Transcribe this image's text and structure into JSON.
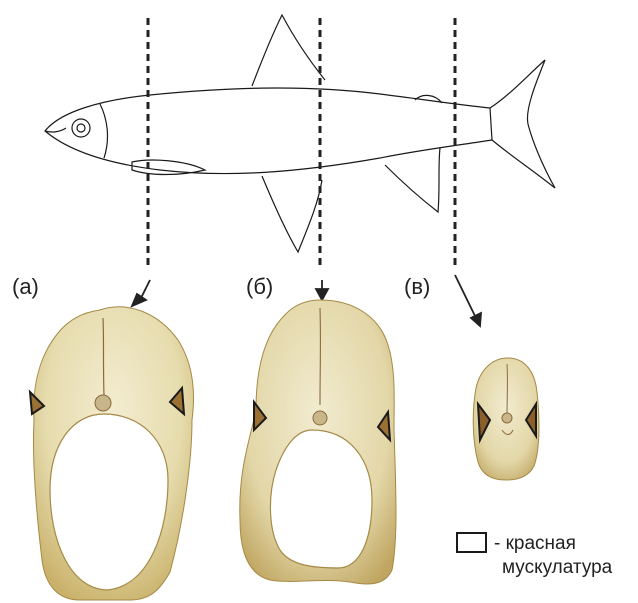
{
  "labels": {
    "a": "(а)",
    "b": "(б)",
    "c": "(в)"
  },
  "legend": {
    "line1": "- красная",
    "line2": "мускулатура"
  },
  "colors": {
    "outline": "#1a1a1a",
    "flesh_light": "#efe7c4",
    "flesh_mid": "#dccf97",
    "flesh_skin": "#b89a52",
    "spine": "#8a6a3a"
  }
}
